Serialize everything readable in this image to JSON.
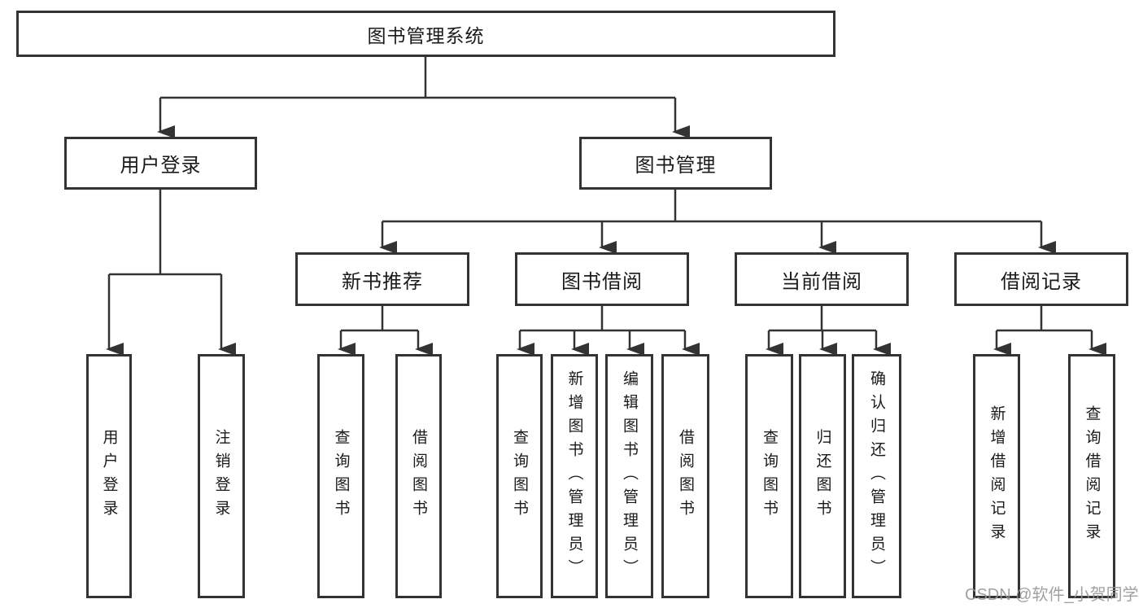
{
  "tree": {
    "label": "图书管理系统",
    "children": [
      {
        "label": "用户登录",
        "children": [
          {
            "label": "用户登录"
          },
          {
            "label": "注销登录"
          }
        ]
      },
      {
        "label": "图书管理",
        "children": [
          {
            "label": "新书推荐",
            "children": [
              {
                "label": "查询图书"
              },
              {
                "label": "借阅图书"
              }
            ]
          },
          {
            "label": "图书借阅",
            "children": [
              {
                "label": "查询图书"
              },
              {
                "label": "新增图书（管理员）"
              },
              {
                "label": "编辑图书（管理员）"
              },
              {
                "label": "借阅图书"
              }
            ]
          },
          {
            "label": "当前借阅",
            "children": [
              {
                "label": "查询图书"
              },
              {
                "label": "归还图书"
              },
              {
                "label": "确认归还（管理员）"
              }
            ]
          },
          {
            "label": "借阅记录",
            "children": [
              {
                "label": "新增借阅记录"
              },
              {
                "label": "查询借阅记录"
              }
            ]
          }
        ]
      }
    ]
  },
  "watermark": {
    "text": "CSDN @软件_小贺同学"
  },
  "colors": {
    "line": "#333333",
    "box_border": "#333333",
    "text": "#1a1a1a",
    "watermark": "#949494",
    "background": "#ffffff"
  }
}
